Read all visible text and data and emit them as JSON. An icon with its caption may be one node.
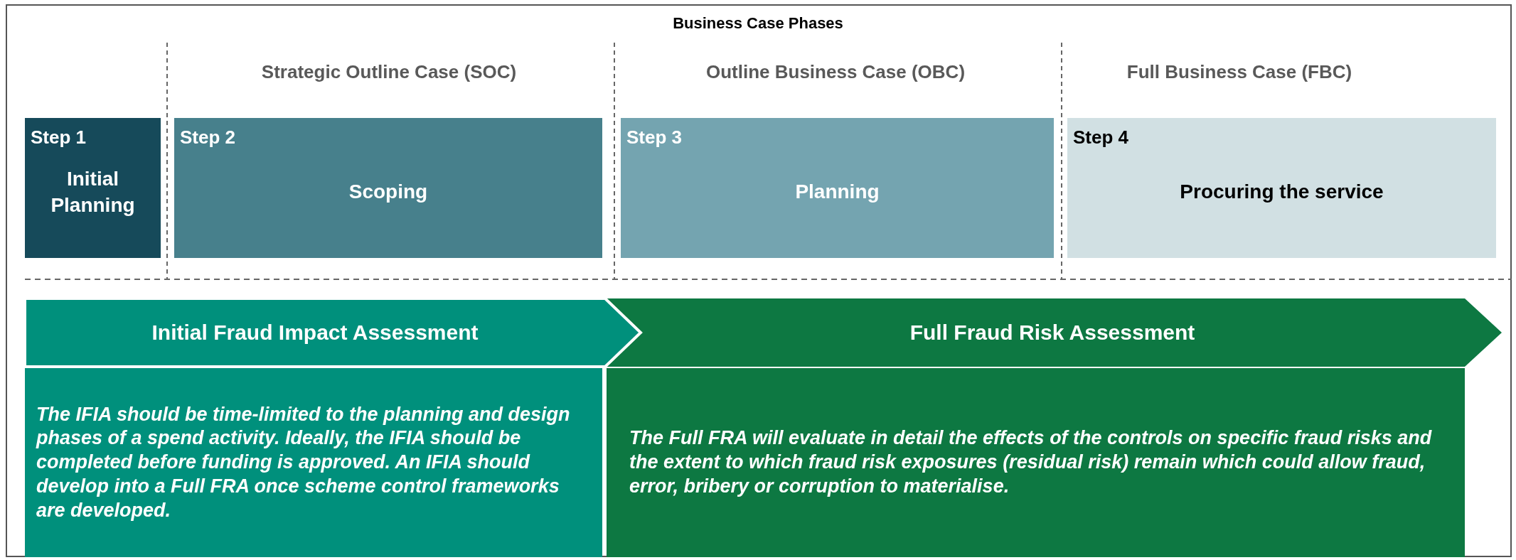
{
  "diagram": {
    "title": "Business Case Phases",
    "nodes": [
      {
        "text": [
          "Step 1",
          "Initial Planning"
        ]
      },
      {
        "text": [
          "Step 2",
          "Scoping"
        ]
      },
      {
        "text": [
          "Step 3",
          "Planning"
        ]
      },
      {
        "text": [
          "Step 4",
          "Procuring the service"
        ]
      },
      {
        "text": [
          "Initial Fraud Impact Assessment"
        ]
      },
      {
        "text": [
          "Full Fraud Risk Assessment"
        ]
      },
      {
        "text": [
          "The IFIA should be time-limited to the planning and design phases of a spend activity. Ideally, the IFIA should be completed before funding is approved. An IFIA should develop into a Full FRA once scheme control frameworks are developed."
        ]
      },
      {
        "text": [
          "The Full FRA will evaluate in detail the effects of the controls on specific fraud risks and the extent to which fraud risk exposures (residual risk) remain which could allow fraud, error, bribery or corruption to materialise."
        ]
      }
    ],
    "labels": [
      "Strategic Outline Case (SOC)",
      "Outline Business Case (OBC)",
      "Full Business Case (FBC)"
    ]
  }
}
